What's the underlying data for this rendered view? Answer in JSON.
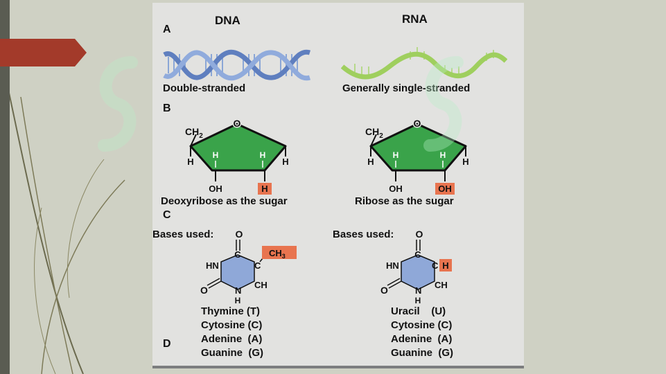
{
  "colors": {
    "page_bg": "#cfd1c4",
    "panel_bg": "#e2e2e0",
    "arrow_tab": "#a33a2a",
    "sugar_ring": "#3aa34a",
    "base_ring": "#8fa8d8",
    "highlight": "#e8744f",
    "dna_helix": "#6f8fc9",
    "rna_strand": "#9ccc5a"
  },
  "diagram": {
    "sections": {
      "a": "A",
      "b": "B",
      "c": "C",
      "d": "D"
    },
    "dna": {
      "heading": "DNA",
      "strand_caption": "Double-stranded",
      "sugar": {
        "ch2": "CH",
        "ch2_sub": "2",
        "ring_o": "O",
        "h": "H",
        "oh": "OH",
        "highlight": "H",
        "caption": "Deoxyribose as the sugar"
      },
      "bases_label": "Bases used:",
      "base_atoms": {
        "o": "O",
        "hn": "HN",
        "c": "C",
        "ch3": "CH",
        "ch3_sub": "3",
        "n": "N",
        "ch": "CH",
        "h": "H"
      },
      "bases": [
        "Thymine (T)",
        "Cytosine (C)",
        "Adenine  (A)",
        "Guanine  (G)"
      ]
    },
    "rna": {
      "heading": "RNA",
      "strand_caption": "Generally single-stranded",
      "sugar": {
        "ch2": "CH",
        "ch2_sub": "2",
        "ring_o": "O",
        "h": "H",
        "oh": "OH",
        "highlight": "OH",
        "caption": "Ribose as the sugar"
      },
      "bases_label": "Bases used:",
      "base_atoms": {
        "o": "O",
        "hn": "HN",
        "c": "C",
        "highlight": "H",
        "n": "N",
        "ch": "CH",
        "h": "H"
      },
      "bases": [
        "Uracil    (U)",
        "Cytosine (C)",
        "Adenine  (A)",
        "Guanine  (G)"
      ]
    }
  }
}
